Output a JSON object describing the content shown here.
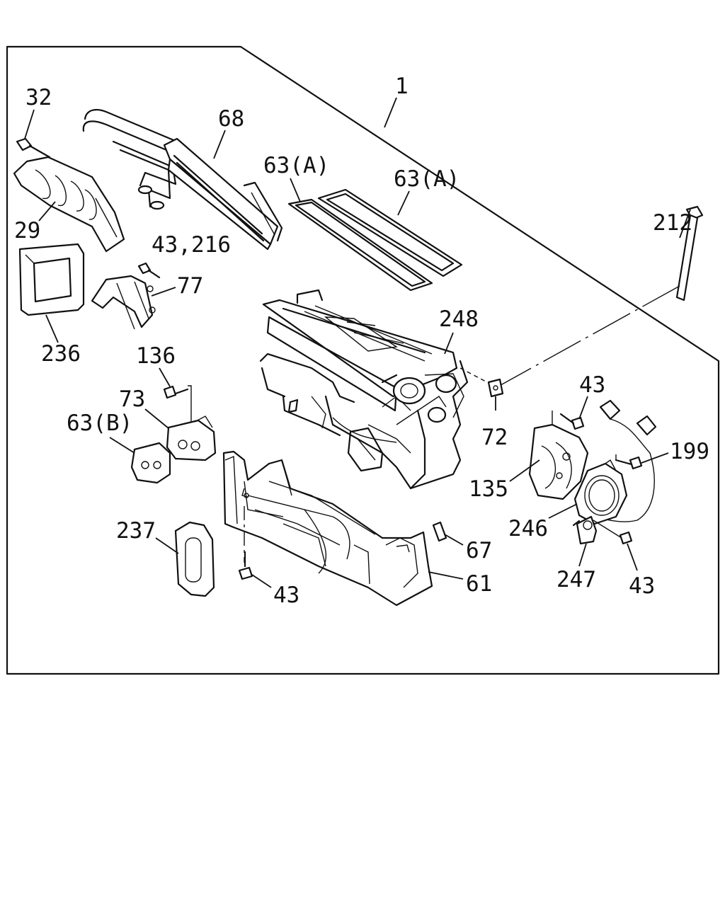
{
  "diagram": {
    "colors": {
      "line": "#111111",
      "background": "#ffffff"
    },
    "callouts": {
      "c1": "1",
      "c32": "32",
      "c68": "68",
      "c63a_left": "63(A)",
      "c63a_right": "63(A)",
      "c212": "212",
      "c29": "29",
      "c43_216": "43,216",
      "c77": "77",
      "c248": "248",
      "c236": "236",
      "c136": "136",
      "c73": "73",
      "c63b": "63(B)",
      "c43_upper_right": "43",
      "c199": "199",
      "c72": "72",
      "c135": "135",
      "c246": "246",
      "c237": "237",
      "c67": "67",
      "c61": "61",
      "c247": "247",
      "c43_lower_right": "43",
      "c43_bottom": "43"
    }
  }
}
